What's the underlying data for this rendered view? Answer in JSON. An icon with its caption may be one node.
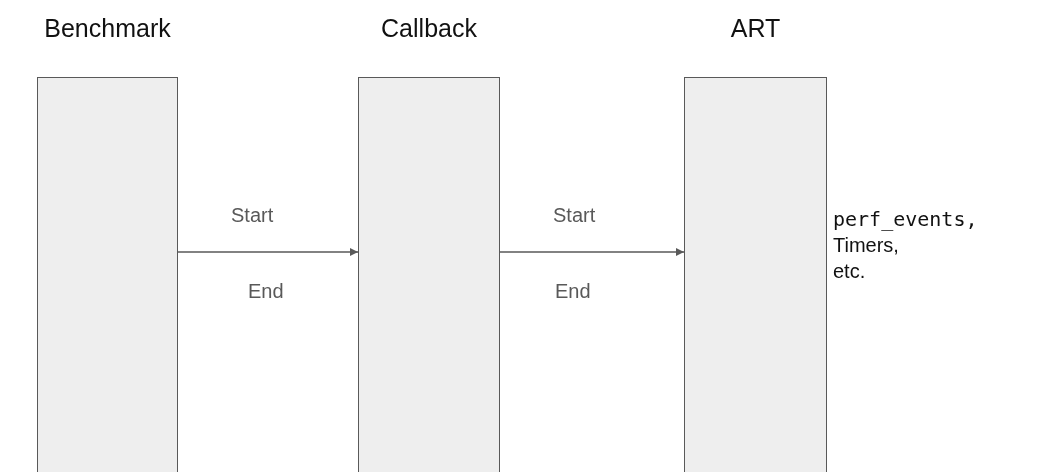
{
  "diagram": {
    "nodes": [
      {
        "text": [
          "Benchmark"
        ]
      },
      {
        "text": [
          "Callback"
        ]
      },
      {
        "text": [
          "ART"
        ]
      }
    ],
    "edges": [
      {
        "from": 0,
        "to": 1,
        "arrow": "to",
        "label": "Start"
      },
      {
        "from": 1,
        "to": 2,
        "arrow": "to",
        "label": "Start"
      }
    ],
    "labels": [
      "End",
      "End",
      "perf_events,",
      "Timers, etc."
    ]
  }
}
